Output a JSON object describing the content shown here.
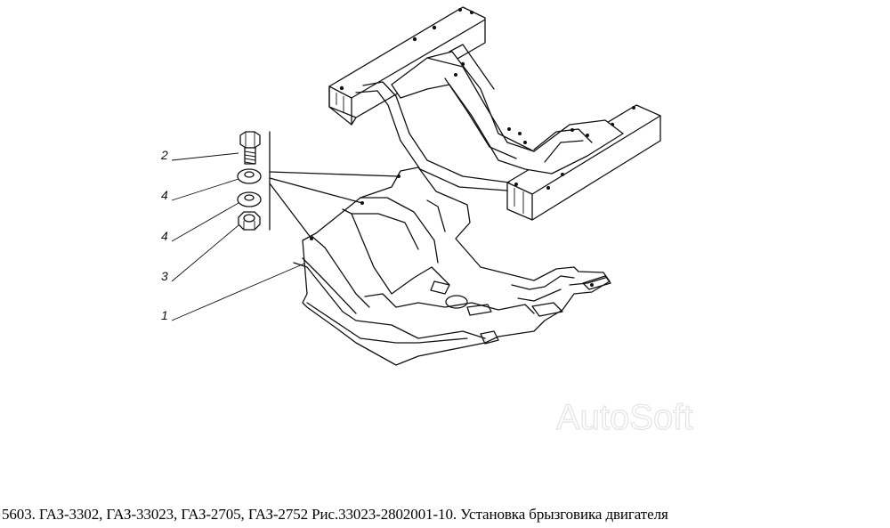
{
  "callouts": [
    {
      "id": "c2",
      "label": "2"
    },
    {
      "id": "c4a",
      "label": "4"
    },
    {
      "id": "c4b",
      "label": "4"
    },
    {
      "id": "c3",
      "label": "3"
    },
    {
      "id": "c1",
      "label": "1"
    }
  ],
  "watermark": "AutoSoft",
  "caption": "5603. ГАЗ-3302, ГАЗ-33023, ГАЗ-2705, ГАЗ-2752 Рис.33023-2802001-10. Установка брызговика двигателя"
}
